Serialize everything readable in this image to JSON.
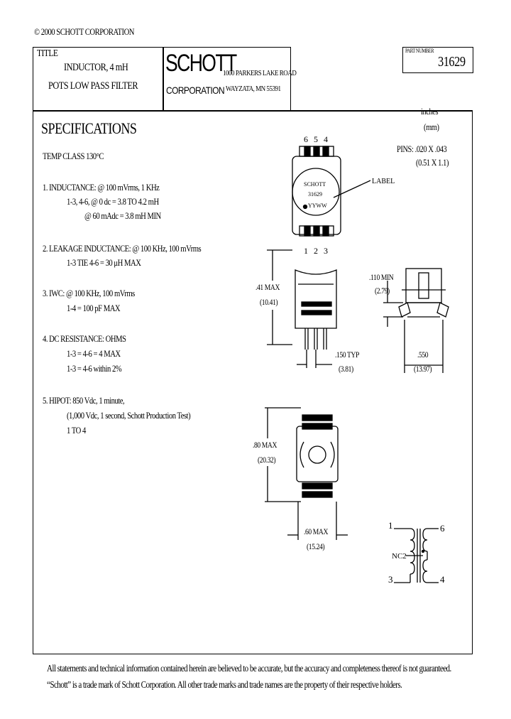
{
  "copyright": "© 2000 SCHOTT CORPORATION",
  "title_block": {
    "title_label": "TITLE",
    "title_line1": "INDUCTOR, 4 mH",
    "title_line2": "POTS LOW PASS FILTER",
    "logo": "SCHOTT",
    "corporation": "CORPORATION",
    "address_line1": "1000 PARKERS LAKE ROAD",
    "address_line2": "WAYZATA, MN  55391",
    "part_number_label": "PART NUMBER",
    "part_number": "31629"
  },
  "specs": {
    "heading": "SPECIFICATIONS",
    "temp_class": "TEMP CLASS 130°C",
    "items": [
      {
        "lines": [
          "1. INDUCTANCE: @ 100 mVrms, 1 KHz",
          "1-3, 4-6, @ 0 dc = 3.8 TO 4.2 mH",
          "@ 60 mAdc = 3.8 mH MIN"
        ]
      },
      {
        "lines": [
          "2. LEAKAGE INDUCTANCE: @ 100 KHz, 100 mVrms",
          "1-3 TIE 4-6 = 30 μH MAX"
        ]
      },
      {
        "lines": [
          "3. IWC: @ 100 KHz, 100 mVrms",
          "1-4 = 100 pF MAX"
        ]
      },
      {
        "lines": [
          "4. DC RESISTANCE: OHMS",
          "1-3 = 4-6 = 4  MAX",
          "1-3 = 4-6 within 2%"
        ]
      },
      {
        "lines": [
          "5.  HIPOT: 850 Vdc, 1 minute,",
          "(1,000 Vdc, 1 second, Schott Production Test)",
          "1 TO 4"
        ]
      }
    ]
  },
  "units": {
    "line1": "inches",
    "line2": "(mm)"
  },
  "pins_note": {
    "line1": "PINS: .020 X .043",
    "line2": "(0.51 X 1.1)"
  },
  "top_view": {
    "pins_top": [
      "6",
      "5",
      "4"
    ],
    "pins_bottom": [
      "1",
      "2",
      "3"
    ],
    "label_text": [
      "SCHOTT",
      "31629",
      "YYWW"
    ],
    "callout": "LABEL"
  },
  "dimensions": {
    "height": {
      "in": ".41 MAX",
      "mm": "(10.41)"
    },
    "pitch": {
      "in": ".150 TYP",
      "mm": "(3.81)"
    },
    "standoff": {
      "in": ".110 MIN",
      "mm": "(2.79)"
    },
    "row_spacing": {
      "in": ".550",
      "mm": "(13.97)"
    },
    "length": {
      "in": ".80 MAX",
      "mm": "(20.32)"
    },
    "width": {
      "in": ".60 MAX",
      "mm": "(15.24)"
    }
  },
  "schematic": {
    "pin1": "1",
    "pin3": "3",
    "pin4": "4",
    "pin6": "6",
    "nc": "NC2"
  },
  "footer": {
    "line1": "All statements and technical information contained herein are believed to be accurate, but the accuracy and completeness thereof is not guaranteed.",
    "line2": "“Schott” is a trade mark of Schott Corporation. All other trade marks and trade names are the property of their respective holders."
  }
}
